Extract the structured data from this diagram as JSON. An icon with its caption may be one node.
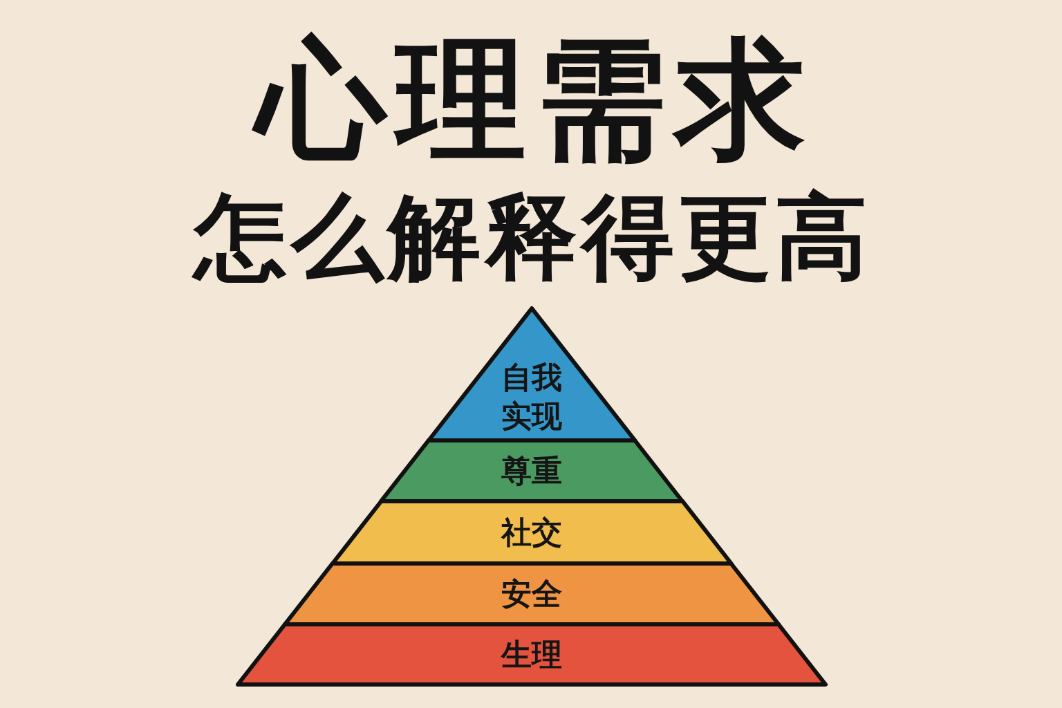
{
  "diagram": {
    "title": "心理需求",
    "nodes": [
      {
        "text": [
          "自我实现"
        ]
      },
      {
        "text": [
          "尊重"
        ]
      },
      {
        "text": [
          "社交"
        ]
      },
      {
        "text": [
          "安全"
        ]
      },
      {
        "text": [
          "生理"
        ]
      }
    ],
    "edges": [],
    "labels": [
      "怎么解释得更高"
    ]
  }
}
